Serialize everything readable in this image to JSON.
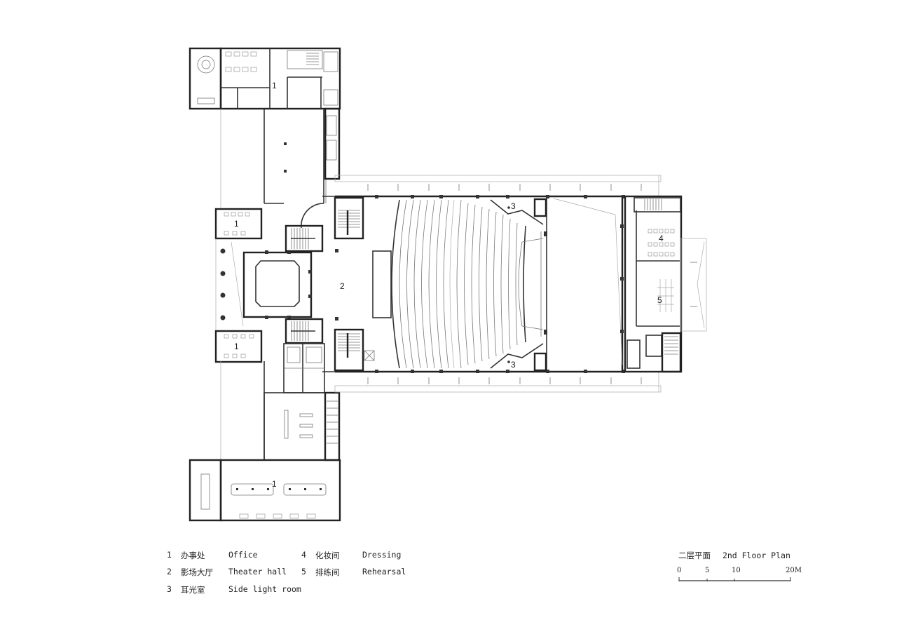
{
  "legend": {
    "items": [
      {
        "num": "1",
        "zh": "办事处",
        "en": "Office"
      },
      {
        "num": "2",
        "zh": "影场大厅",
        "en": "Theater hall"
      },
      {
        "num": "3",
        "zh": "耳光室",
        "en": "Side light room"
      },
      {
        "num": "4",
        "zh": "化妆间",
        "en": "Dressing"
      },
      {
        "num": "5",
        "zh": "排练间",
        "en": "Rehearsal"
      }
    ]
  },
  "title": {
    "zh": "二层平面",
    "en": "2nd Floor Plan"
  },
  "scale_bar": {
    "ticks": [
      "0",
      "5",
      "10",
      "20M"
    ]
  },
  "room_labels": [
    {
      "id": "office-north",
      "text": "1"
    },
    {
      "id": "office-west-upper",
      "text": "1"
    },
    {
      "id": "office-west-lower",
      "text": "1"
    },
    {
      "id": "office-south",
      "text": "1"
    },
    {
      "id": "theater-hall",
      "text": "2"
    },
    {
      "id": "side-light-north",
      "text": "3"
    },
    {
      "id": "side-light-south",
      "text": "3"
    },
    {
      "id": "dressing",
      "text": "4"
    },
    {
      "id": "rehearsal",
      "text": "5"
    }
  ]
}
